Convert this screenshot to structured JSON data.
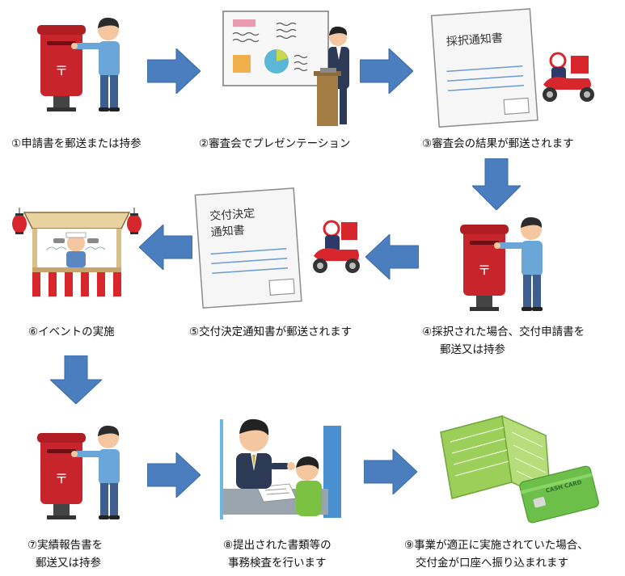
{
  "steps": [
    {
      "id": 1,
      "caption": "①申請書を郵送または持参"
    },
    {
      "id": 2,
      "caption": "②審査会でプレゼンテーション"
    },
    {
      "id": 3,
      "caption": "③審査会の結果が郵送されます",
      "doc_title": "採択通知書"
    },
    {
      "id": 4,
      "caption_line1": "④採択された場合、交付申請書を",
      "caption_line2": "郵送又は持参"
    },
    {
      "id": 5,
      "caption": "⑤交付決定通知書が郵送されます",
      "doc_title_line1": "交付決定",
      "doc_title_line2": "通知書"
    },
    {
      "id": 6,
      "caption": "⑥イベントの実施"
    },
    {
      "id": 7,
      "caption_line1": "⑦実績報告書を",
      "caption_line2": "郵送又は持参"
    },
    {
      "id": 8,
      "caption_line1": "⑧提出された書類等の",
      "caption_line2": "事務検査を行います"
    },
    {
      "id": 9,
      "caption_line1": "⑨事業が適正に実施されていた場合、",
      "caption_line2": "交付金が口座へ振り込まれます",
      "card_label": "CASH CARD"
    }
  ],
  "colors": {
    "arrow": "#4a7ebf",
    "arrow_border": "#3b6aa3",
    "postbox": "#c8242b",
    "shirt": "#6aa6d8",
    "passbook": "#9ccf5a",
    "card": "#6cc04a",
    "scooter": "#d8262d"
  }
}
